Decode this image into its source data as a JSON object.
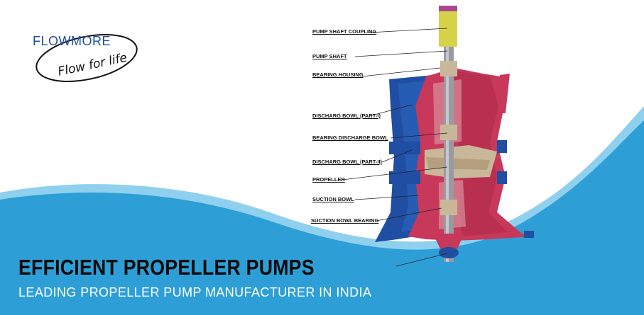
{
  "brand": {
    "name": "FLOWMORE",
    "tagline": "Flow for life"
  },
  "diagram": {
    "labels": [
      "PUMP SHAFT COUPLING",
      "PUMP SHAFT",
      "BEARING HOUSING",
      "DISCHARG BOWL (PART-I)",
      "BEARING DISCHARGE BOWL",
      "DISCHARG BOWL (PART-II)",
      "PROPELLER",
      "SUCTION BOWL",
      "SUCTION BOWL BEARING"
    ]
  },
  "headline": "EFFICIENT PROPELLER PUMPS",
  "subheadline": "LEADING PROPELLER PUMP MANUFACTURER IN INDIA",
  "colors": {
    "wave_blue": "#2d9fd6",
    "wave_light": "#8fd0ee",
    "pump_blue": "#1f4ea3",
    "pump_red": "#c8385a",
    "coupling_yellow": "#d6d24a",
    "bronze": "#c9b79a"
  }
}
